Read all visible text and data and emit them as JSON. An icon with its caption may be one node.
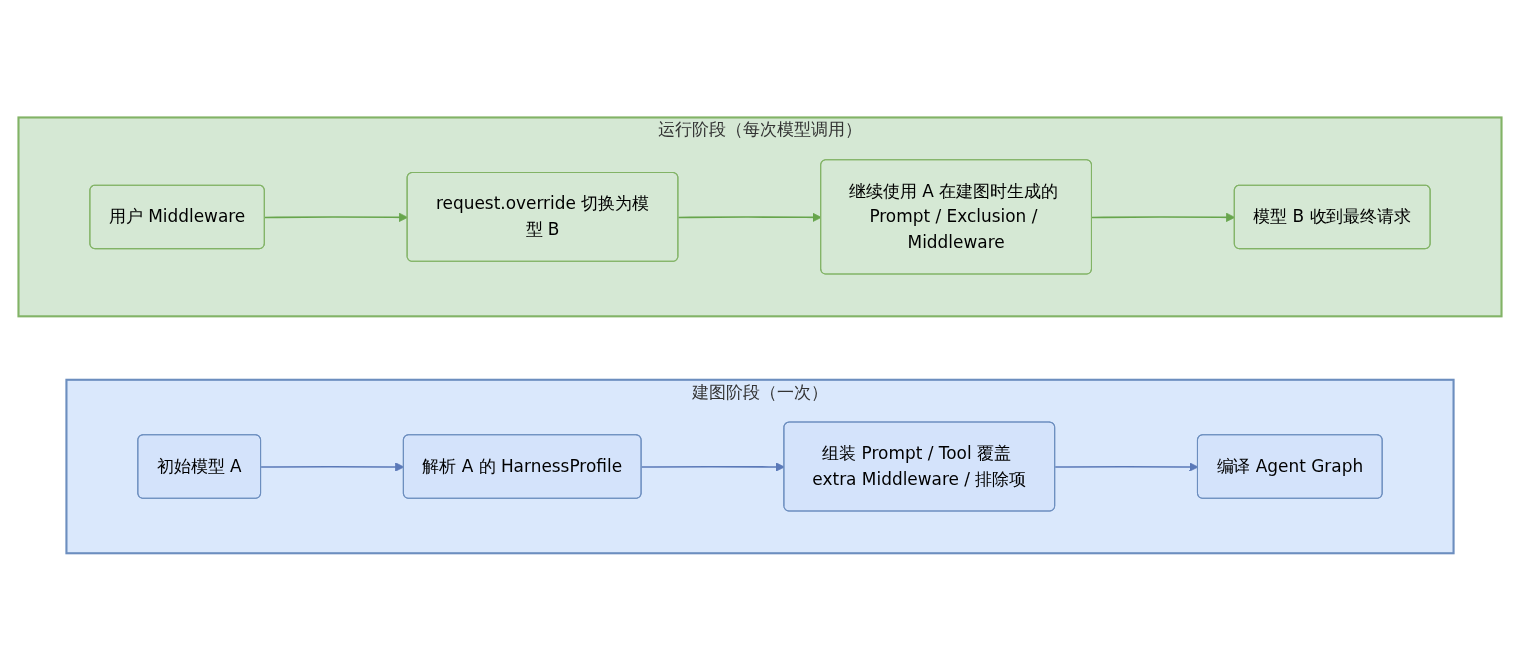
{
  "diagram": {
    "nodes": [
      {
        "text": [
          "建图阶段（一次）"
        ]
      },
      {
        "text": [
          "初始模型 A"
        ],
        "in": 0
      },
      {
        "text": [
          "解析 A 的 HarnessProfile"
        ],
        "in": 0
      },
      {
        "text": [
          "组装 Prompt / Tool 覆盖 extra Middleware / 排除项"
        ],
        "in": 0
      },
      {
        "text": [
          "编译 Agent Graph"
        ],
        "in": 0
      },
      {
        "text": [
          "运行阶段（每次模型调用）"
        ]
      },
      {
        "text": [
          "用户 Middleware"
        ],
        "in": 5
      },
      {
        "text": [
          "request.override 切换为模型 B"
        ],
        "in": 5
      },
      {
        "text": [
          "继续使用 A 在建图时生成的 Prompt / Exclusion / Middleware"
        ],
        "in": 5
      },
      {
        "text": [
          "模型 B 收到最终请求"
        ],
        "in": 5
      }
    ],
    "edges": [
      {
        "from": 1,
        "to": 2,
        "arrow": "to",
        "color": "#5b79b8"
      },
      {
        "from": 2,
        "to": 3,
        "arrow": "to",
        "color": "#5b79b8"
      },
      {
        "from": 3,
        "to": 4,
        "arrow": "to",
        "color": "#5b79b8"
      },
      {
        "from": 6,
        "to": 7,
        "arrow": "to",
        "color": "#67a54c"
      },
      {
        "from": 7,
        "to": 8,
        "arrow": "to",
        "color": "#67a54c"
      },
      {
        "from": 8,
        "to": 9,
        "arrow": "to",
        "color": "#67a54c"
      }
    ]
  }
}
